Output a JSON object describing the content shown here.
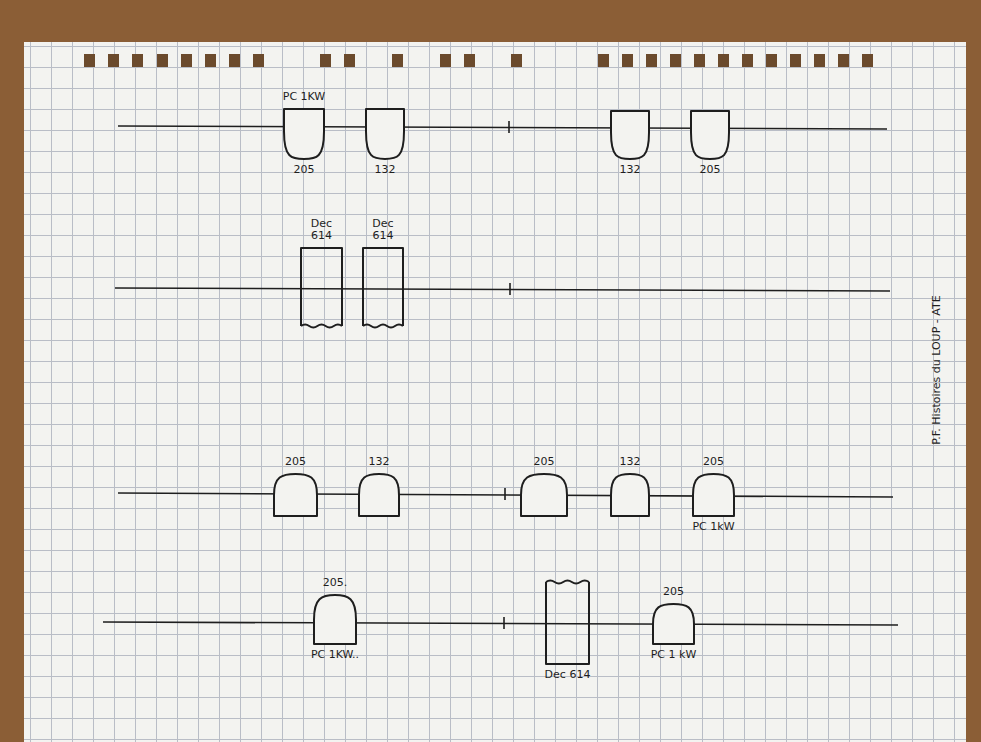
{
  "diagram": {
    "nodes": [
      {
        "text": [
          "PC 1KW",
          "205"
        ]
      },
      {
        "text": [
          "132"
        ]
      },
      {
        "text": [
          "132"
        ]
      },
      {
        "text": [
          "205"
        ]
      },
      {
        "text": [
          "Dec 614"
        ]
      },
      {
        "text": [
          "Dec 614"
        ]
      },
      {
        "text": [
          "205"
        ]
      },
      {
        "text": [
          "132"
        ]
      },
      {
        "text": [
          "205"
        ]
      },
      {
        "text": [
          "132"
        ]
      },
      {
        "text": [
          "205",
          "PC 1kW"
        ]
      },
      {
        "text": [
          "205.",
          "PC 1KW.."
        ]
      },
      {
        "text": [
          "Dec 614"
        ]
      },
      {
        "text": [
          "205",
          "PC 1 kW"
        ]
      }
    ],
    "labels": [
      "P.F. Histoires du LOUP - ATE"
    ]
  }
}
